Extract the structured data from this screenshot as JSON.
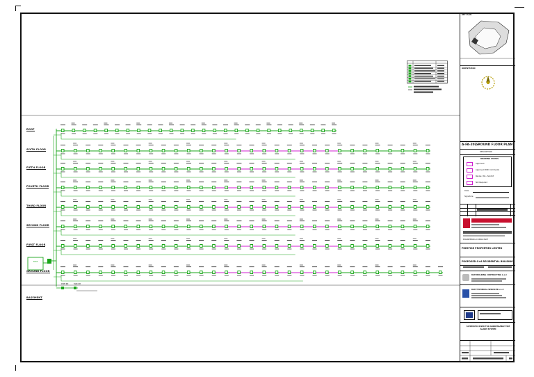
{
  "floors": [
    {
      "label": "ROOF"
    },
    {
      "label": "SIXTH FLOOR"
    },
    {
      "label": "FIFTH FLOOR"
    },
    {
      "label": "FOURTH FLOOR"
    },
    {
      "label": "THIRD FLOOR"
    },
    {
      "label": "SECOND FLOOR"
    },
    {
      "label": "FIRST FLOOR"
    },
    {
      "label": "GROUND FLOOR"
    },
    {
      "label": "BASEMENT"
    }
  ],
  "title_block": {
    "key_plan": "KEY PLAN",
    "orientation": "ORIENTATION",
    "sheet_code": "A-FA-202",
    "sheet_title": "GROUND FLOOR PLAN",
    "drawing_status": "DRAWING STATUS",
    "status_items": [
      "Approved",
      "Approved With Comments",
      "Revise / Re - Submit",
      "Not Required"
    ],
    "date_label": "Date",
    "signature_label": "Signature",
    "description": "DESCRIPTION",
    "consultant": "ENGINEERING CONSULTANT",
    "client": "PRESTIGE PROPERTIES LIMITED",
    "project": "PROPOSED G+6 RESIDENTIAL BUILDING",
    "contractor": "RAH BUILDING CONTRACTING L.L.C",
    "subcontractor": "RAH TECHNICAL SERVICES L.L.C",
    "drawing_name": "SCHEMATIC RISER FOR ADDRESSABLE FIRE ALARM SYSTEM"
  },
  "colors": {
    "pipe": "#1aa51a",
    "cable": "#d01fd0",
    "ink": "#111111"
  }
}
